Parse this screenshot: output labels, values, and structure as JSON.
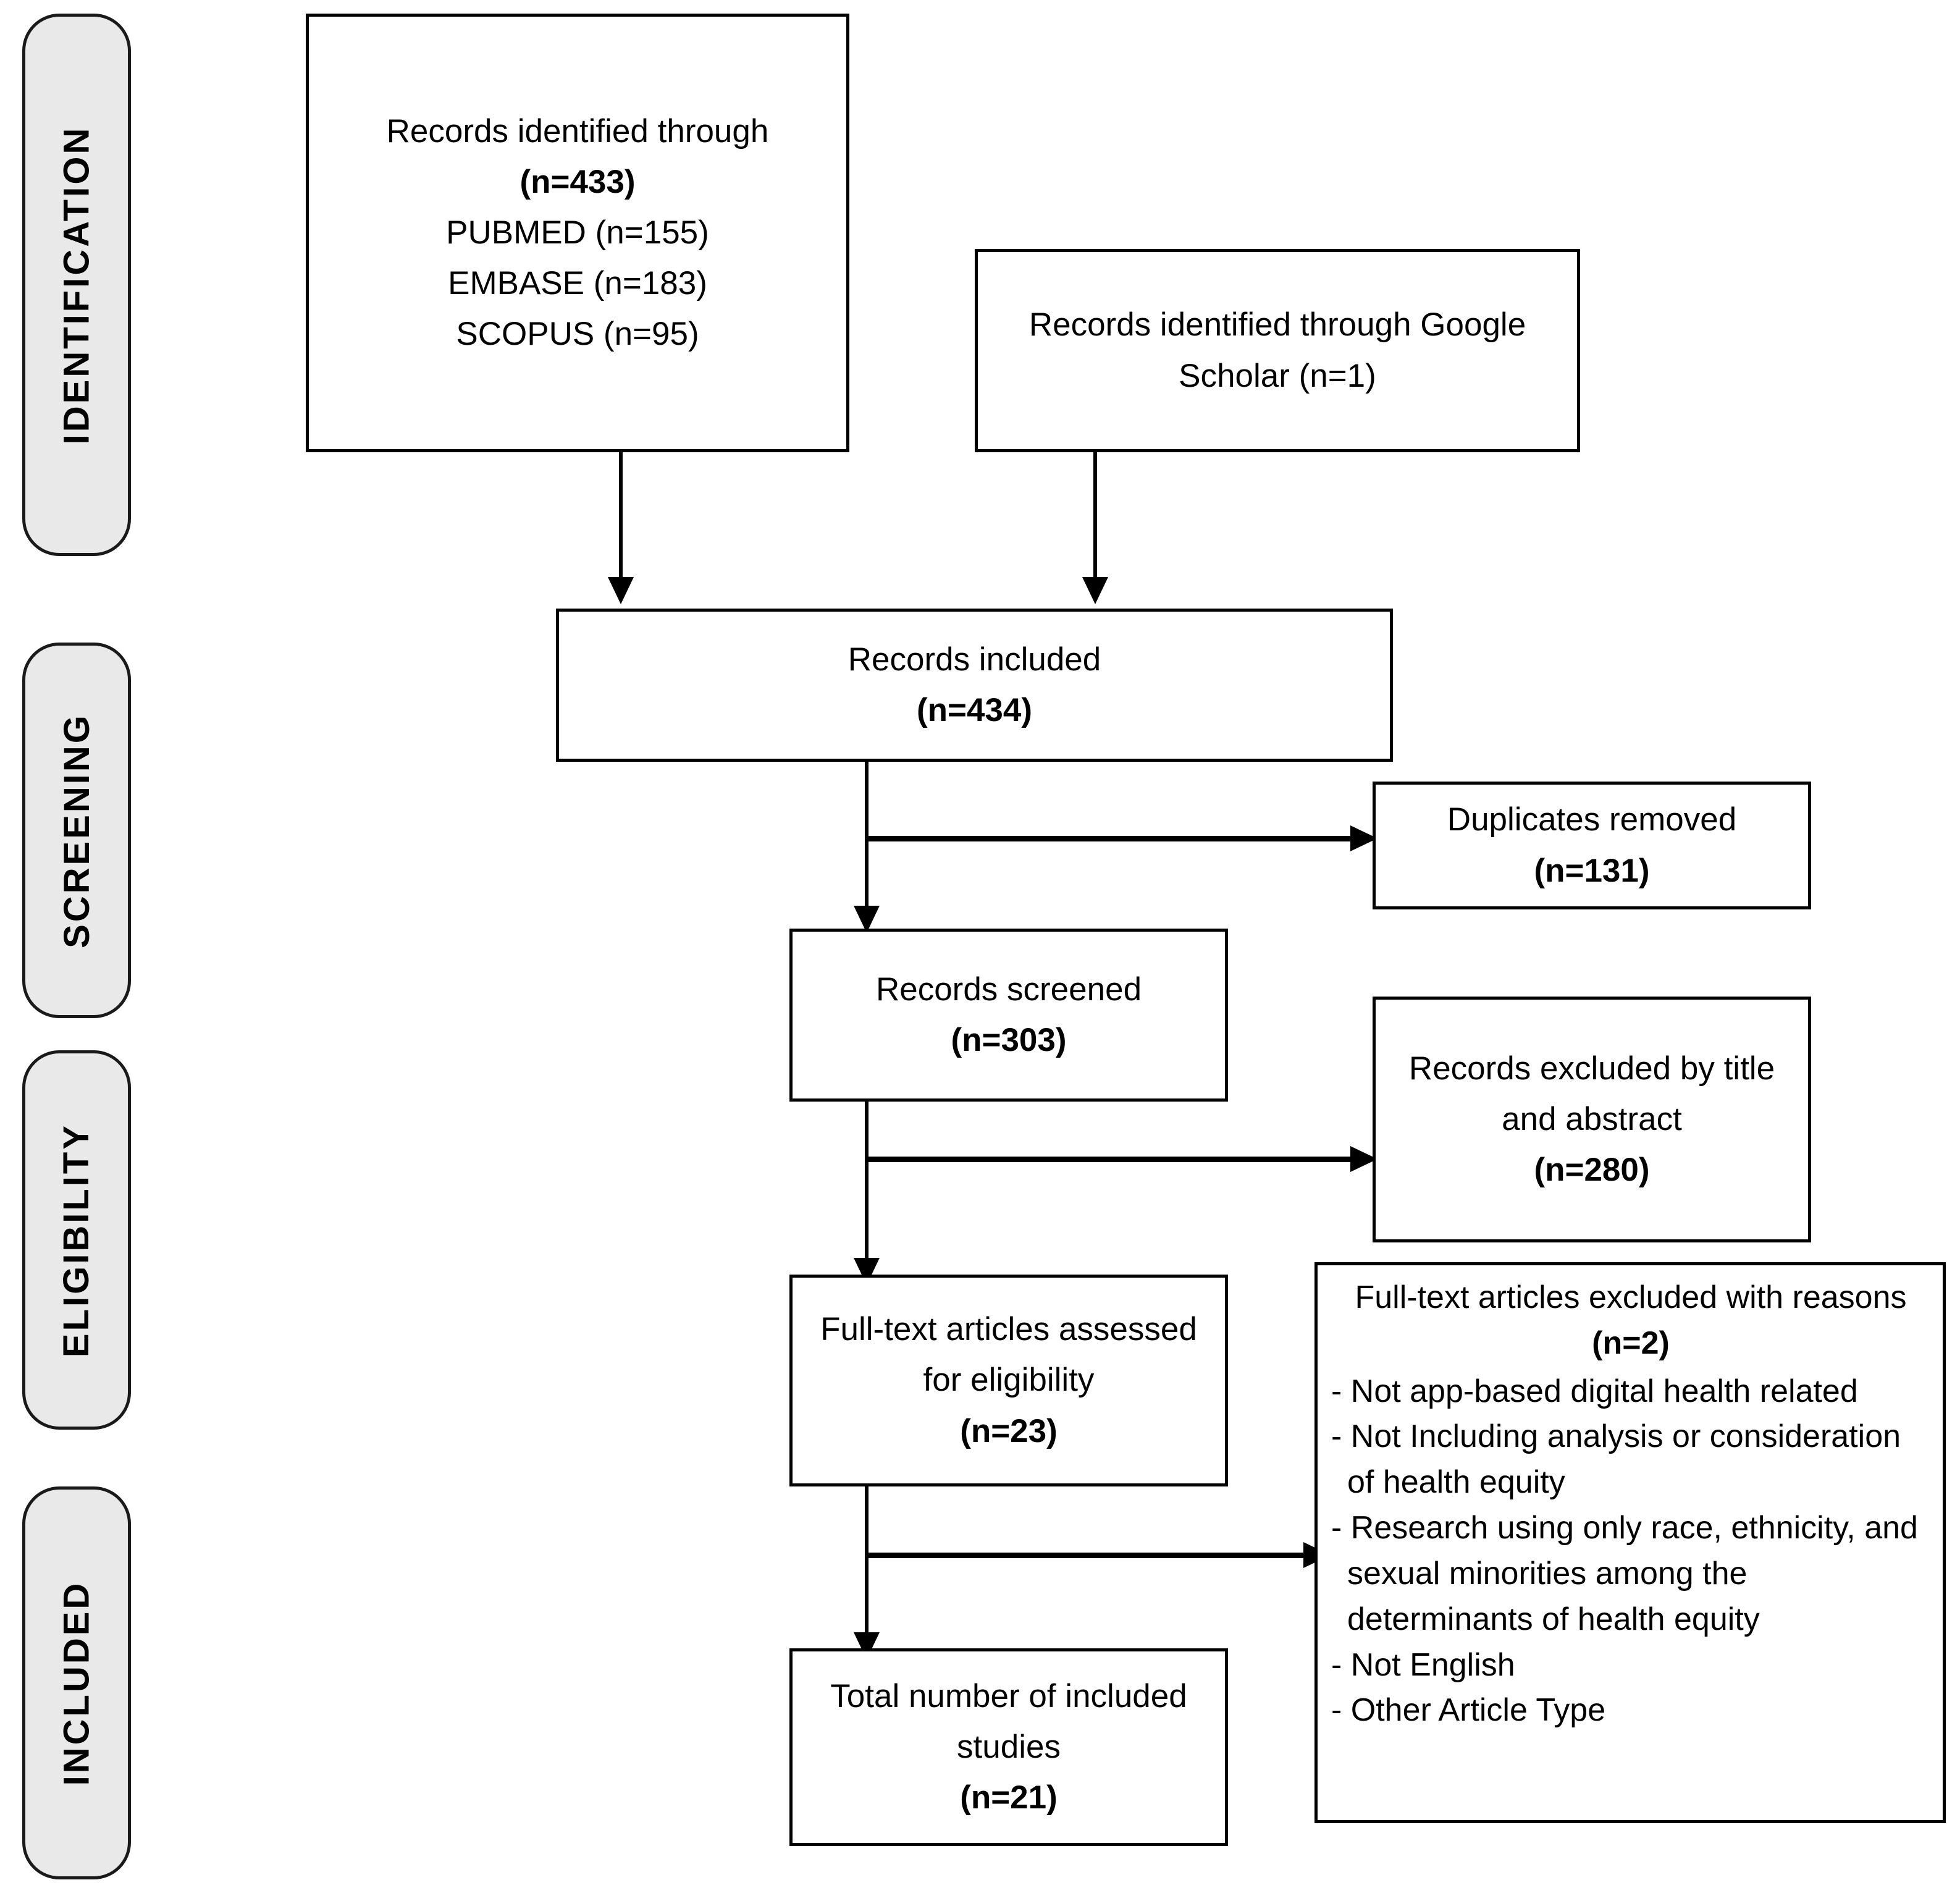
{
  "figure": {
    "type": "prisma-flow-diagram"
  },
  "stages": [
    {
      "label": "IDENTIFICATION",
      "name": "stage-identification"
    },
    {
      "label": "SCREENING",
      "name": "stage-screening"
    },
    {
      "label": "ELIGIBILITY",
      "name": "stage-eligibility"
    },
    {
      "label": "INCLUDED",
      "name": "stage-included"
    }
  ],
  "boxes": {
    "identified_databases": {
      "line1": "Records identified through",
      "line2": "(n=433)",
      "line3": "PUBMED (n=155)",
      "line4": "EMBASE  (n=183)",
      "line5": "SCOPUS (n=95)"
    },
    "identified_google_scholar": {
      "line1": "Records identified through Google",
      "line2": "Scholar (n=1)"
    },
    "records_included": {
      "line1": "Records included",
      "line2": "(n=434)"
    },
    "duplicates_removed": {
      "line1": "Duplicates removed",
      "line2": "(n=131)"
    },
    "records_screened": {
      "line1": "Records screened",
      "line2": "(n=303)"
    },
    "records_excluded": {
      "line1": "Records excluded by title",
      "line2": "and abstract",
      "line3": "(n=280)"
    },
    "fulltext_assessed": {
      "line1": "Full-text articles assessed",
      "line2": "for eligibility",
      "line3": "(n=23)"
    },
    "fulltext_excluded": {
      "title": "Full-text articles excluded with reasons",
      "count": "(n=2)",
      "reasons": [
        "- Not app-based digital health related",
        "- Not Including analysis or consideration of health equity",
        "- Research using only race, ethnicity, and sexual minorities among the determinants of health equity",
        "- Not English",
        "- Other Article Type"
      ]
    },
    "total_included": {
      "line1": "Total number of included",
      "line2": "studies",
      "line3": "(n=21)"
    }
  },
  "colors": {
    "stage_fill": "#e9e9e9",
    "stage_border": "#1a1a1a",
    "box_border": "#000000",
    "connector": "#000000",
    "background": "#ffffff",
    "text": "#000000"
  }
}
